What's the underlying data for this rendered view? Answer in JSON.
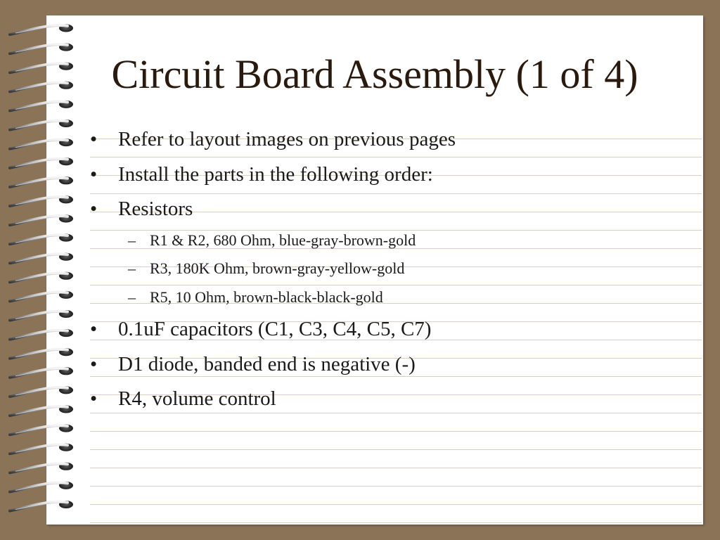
{
  "colors": {
    "background": "#8b7358",
    "paper": "#ffffff",
    "ruled_line": "#d9d3b5",
    "title_text": "#2a1a0e",
    "body_text": "#1a1a1a"
  },
  "slide": {
    "title": "Circuit Board Assembly (1 of 4)",
    "bullets": [
      {
        "marker": "•",
        "text": "Refer to layout images on previous pages"
      },
      {
        "marker": "•",
        "text": "Install the parts in the following order:"
      },
      {
        "marker": "•",
        "text": "Resistors"
      },
      {
        "marker": "–",
        "text": "R1 & R2, 680 Ohm, blue-gray-brown-gold"
      },
      {
        "marker": "–",
        "text": "R3, 180K Ohm, brown-gray-yellow-gold"
      },
      {
        "marker": "–",
        "text": "R5, 10 Ohm, brown-black-black-gold"
      },
      {
        "marker": "•",
        "text": "0.1uF capacitors (C1, C3, C4, C5, C7)"
      },
      {
        "marker": "•",
        "text": "D1 diode, banded end is negative (-)"
      },
      {
        "marker": "•",
        "text": "R4, volume control"
      }
    ]
  }
}
